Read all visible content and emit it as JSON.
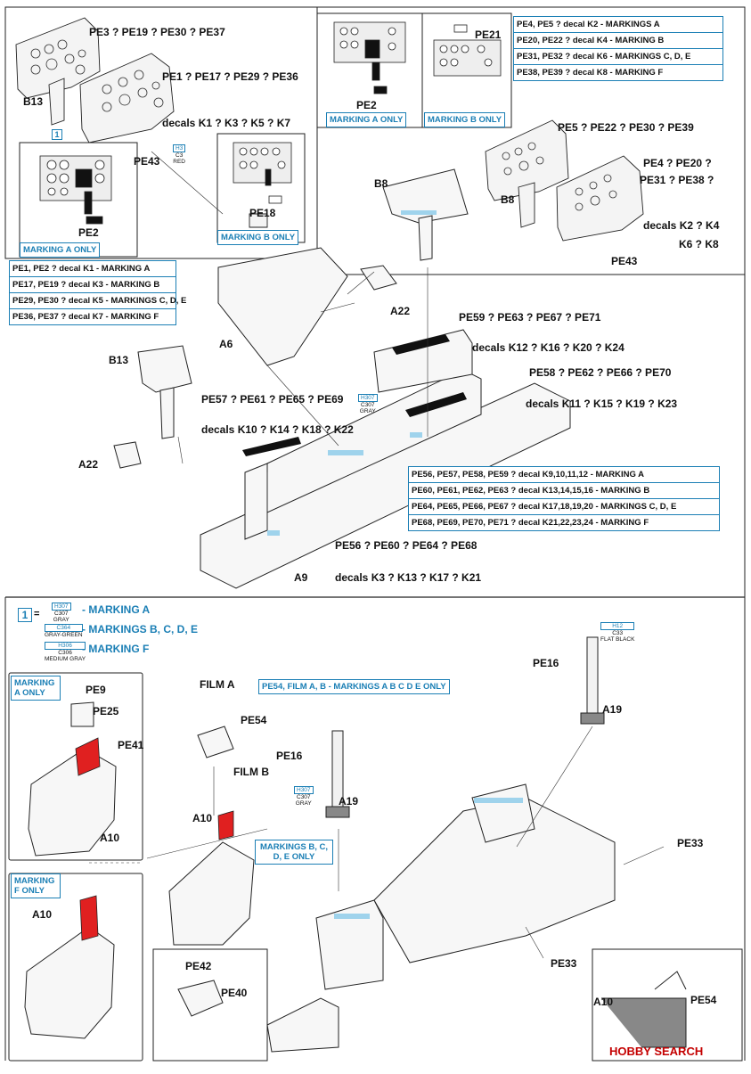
{
  "colors": {
    "accent": "#1b7fb5",
    "red": "#e02020",
    "text": "#111111"
  },
  "panel_top_left": {
    "row1": "PE3 ? PE19 ? PE30 ? PE37",
    "row2": "PE1 ? PE17 ? PE29 ? PE36",
    "decals": "decals K1 ? K3 ? K5 ? K7",
    "b13": "B13",
    "pe43": "PE43",
    "pe2": "PE2",
    "pe18": "PE18",
    "marking_a_only": "MARKING A ONLY",
    "marking_b_only": "MARKING B ONLY",
    "paint_h3": "H3",
    "paint_c3": "C3",
    "paint_red": "RED"
  },
  "table_left": [
    "PE1, PE2 ? decal K1 - MARKING A",
    "PE17, PE19 ? decal K3 - MARKING B",
    "PE29, PE30 ? decal K5 - MARKINGS C, D, E",
    "PE36, PE37 ? decal K7 - MARKING F"
  ],
  "panel_top_right": {
    "pe2": "PE2",
    "pe21": "PE21",
    "marking_a_only": "MARKING A ONLY",
    "marking_b_only": "MARKING B ONLY",
    "row1": "PE5 ? PE22 ? PE30 ? PE39",
    "row2": "PE4 ? PE20 ?",
    "row3": "PE31 ? PE38 ?",
    "decals": "decals K2 ? K4",
    "decals2": "K6 ? K8",
    "b8": "B8",
    "pe43": "PE43"
  },
  "table_right": [
    "PE4, PE5 ? decal K2 - MARKINGS A",
    "PE20, PE22 ? decal K4 - MARKING B",
    "PE31, PE32 ? decal K6 - MARKINGS C, D, E",
    "PE38, PE39 ? decal K8 - MARKING F"
  ],
  "main_assembly": {
    "b8": "B8",
    "a6": "A6",
    "a22_top": "A22",
    "b13": "B13",
    "a22_left": "A22",
    "a9": "A9",
    "row_right1": "PE59 ? PE63 ? PE67 ? PE71",
    "row_right1_decals": "decals K12 ? K16 ? K20 ? K24",
    "row_right2": "PE58 ? PE62 ? PE66 ? PE70",
    "row_right2_decals": "decals K11 ? K15 ? K19 ? K23",
    "row_left": "PE57 ? PE61 ? PE65 ? PE69",
    "row_left_decals": "decals K10 ? K14 ? K18 ? K22",
    "row_bottom": "PE56 ? PE60 ? PE64 ? PE68",
    "row_bottom_decals": "decals K3 ? K13 ? K17 ? K21",
    "paint_h307": "H307",
    "paint_c307": "C307",
    "paint_gray": "GRAY"
  },
  "table_mid": [
    "PE56, PE57, PE58, PE59 ? decal K9,10,11,12 - MARKING A",
    "PE60, PE61, PE62, PE63 ? decal K13,14,15,16 - MARKING B",
    "PE64, PE65, PE66, PE67 ? decal K17,18,19,20 - MARKINGS C, D, E",
    "PE68, PE69, PE70, PE71 ? decal K21,22,23,24 - MARKING F"
  ],
  "legend": {
    "num": "1",
    "eq": "=",
    "r1_code1": "H307",
    "r1_code2": "C307",
    "r1_name": "GRAY",
    "r1_text": "- MARKING A",
    "r2_code2": "C364",
    "r2_name": "GRAY-GREEN",
    "r2_text": "- MARKINGS B, C, D, E",
    "r3_code1": "H306",
    "r3_code2": "C306",
    "r3_name": "MEDIUM GRAY",
    "r3_text": "- MARKING F"
  },
  "bottom": {
    "marking_a_only": "MARKING A ONLY",
    "marking_f_only": "MARKING F ONLY",
    "pe9": "PE9",
    "pe25": "PE25",
    "pe41": "PE41",
    "a10_1": "A10",
    "a10_2": "A10",
    "a10_3": "A10",
    "a10_4": "A10",
    "film_a": "FILM A",
    "film_b": "FILM B",
    "pe54": "PE54",
    "pe54_b": "PE54",
    "pe16_1": "PE16",
    "pe16_2": "PE16",
    "a19_1": "A19",
    "a19_2": "A19",
    "pe42": "PE42",
    "pe40": "PE40",
    "pe33_1": "PE33",
    "pe33_2": "PE33",
    "markings_bcde_only": "MARKINGS B, C, D, E ONLY",
    "pe54_film_note": "PE54, FILM A, B - MARKINGS A B C D E ONLY",
    "h12": "H12",
    "c33": "C33",
    "flat_black": "FLAT BLACK",
    "h307": "H307",
    "c307": "C307",
    "gray": "GRAY"
  },
  "watermark": "HOBBY SEARCH"
}
